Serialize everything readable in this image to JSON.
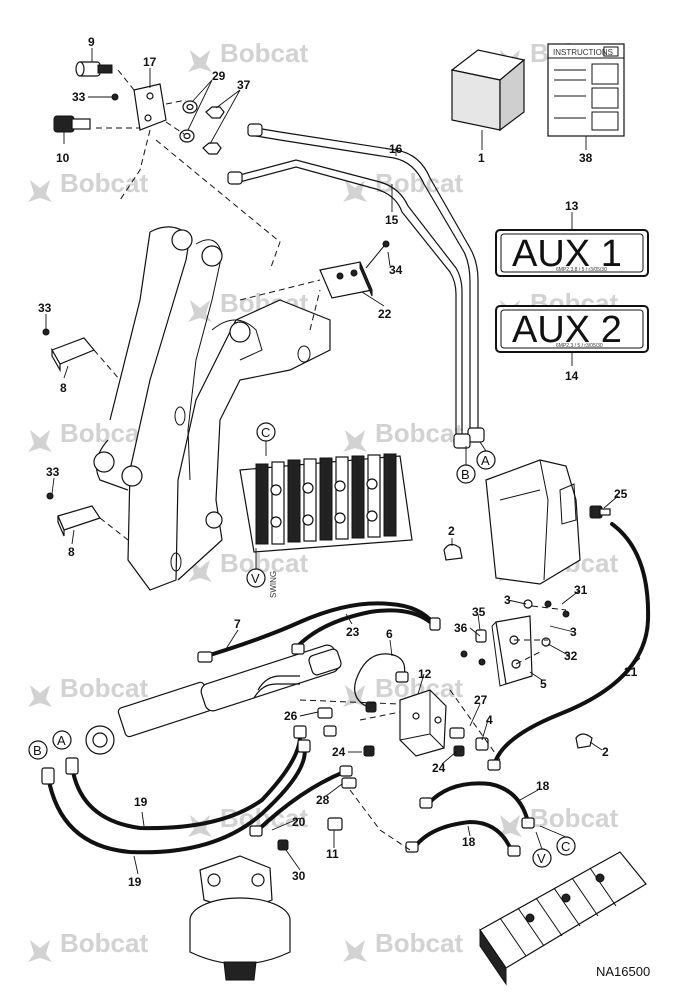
{
  "watermark": {
    "brand": "Bobcat"
  },
  "drawing_ref": "NA16500",
  "decals": {
    "aux1": {
      "label": "AUX 1",
      "fine_print": "6MP2,3,8 / 5 / r3/05/30"
    },
    "aux2": {
      "label": "AUX 2",
      "fine_print": "6MP2,3 / 5 / r3/05/30"
    }
  },
  "manual": {
    "title": "INSTRUCTIONS"
  },
  "valve_label": "SWING",
  "connectors": [
    "A",
    "B",
    "C",
    "V"
  ],
  "callouts": {
    "p1": "1",
    "p2a": "2",
    "p2b": "2",
    "p3a": "3",
    "p3b": "3",
    "p4": "4",
    "p5": "5",
    "p6": "6",
    "p7": "7",
    "p8a": "8",
    "p8b": "8",
    "p9": "9",
    "p10": "10",
    "p11": "11",
    "p12": "12",
    "p13": "13",
    "p14": "14",
    "p15": "15",
    "p16": "16",
    "p17": "17",
    "p18a": "18",
    "p18b": "18",
    "p19a": "19",
    "p19b": "19",
    "p20": "20",
    "p21": "21",
    "p22": "22",
    "p23": "23",
    "p24a": "24",
    "p24b": "24",
    "p25": "25",
    "p26": "26",
    "p27": "27",
    "p28": "28",
    "p29": "29",
    "p30": "30",
    "p31": "31",
    "p32": "32",
    "p33a": "33",
    "p33b": "33",
    "p33c": "33",
    "p34": "34",
    "p35": "35",
    "p36": "36",
    "p37": "37",
    "p38": "38"
  }
}
